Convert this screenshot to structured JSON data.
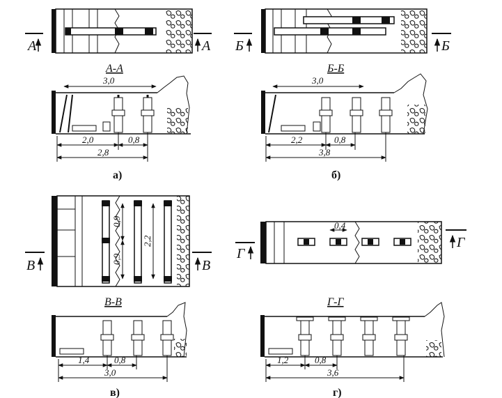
{
  "panels": [
    {
      "id": "a",
      "caption": "а)",
      "section_label": "А-А",
      "marker_letter": "А",
      "dimensions": [
        "3,0",
        "2,0",
        "0,8",
        "2,8"
      ]
    },
    {
      "id": "b",
      "caption": "б)",
      "section_label": "Б-Б",
      "marker_letter": "Б",
      "dimensions": [
        "3,0",
        "2,2",
        "0,8",
        "3,8"
      ]
    },
    {
      "id": "v",
      "caption": "в)",
      "section_label": "В-В",
      "marker_letter": "В",
      "plan_dimensions": [
        "0,9",
        "0,9",
        "2,2"
      ],
      "dimensions": [
        "1,4",
        "0,8",
        "3,0"
      ]
    },
    {
      "id": "g",
      "caption": "г)",
      "section_label": "Г-Г",
      "marker_letter": "Г",
      "plan_dimensions": [
        "0,4"
      ],
      "dimensions": [
        "1,2",
        "0,8",
        "3,6"
      ]
    }
  ],
  "colors": {
    "ink": "#111111",
    "paper": "#ffffff"
  }
}
